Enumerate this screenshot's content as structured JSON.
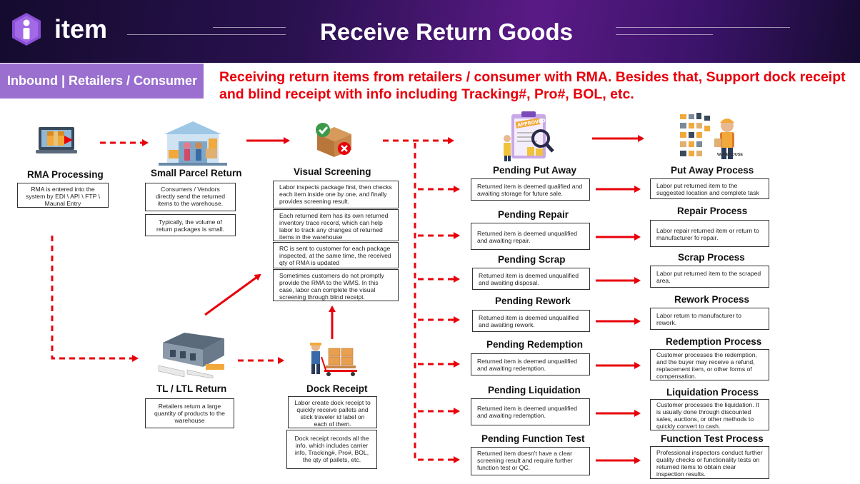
{
  "header": {
    "logo_text": "item",
    "title": "Receive Return Goods"
  },
  "tag": "Inbound | Retailers / Consumer",
  "subtitle": "Receiving return items from retailers / consumer with RMA. Besides that, Support dock receipt and blind receipt with info including Tracking#, Pro#, BOL, etc.",
  "colors": {
    "accent_red": "#e8000b",
    "tag_purple": "#9a6fcf"
  },
  "rma": {
    "label": "RMA Processing",
    "desc": "RMA is entered into the system by EDI \\ API \\ FTP \\ Maunal Entry"
  },
  "small_parcel": {
    "label": "Small Parcel Return",
    "desc1": "Consumers / Vendors directly  send the returned items to the warehouse.",
    "desc2": "Typically, the volume of return packages is small."
  },
  "tl_ltl": {
    "label": "TL / LTL Return",
    "desc": "Retailers return a large quantity of products to the warehouse"
  },
  "dock": {
    "label": "Dock Receipt",
    "desc1": "Labor create dock receipt to quickly receive pallets and stick traveler id label on each of them.",
    "desc2": "Dock receipt records all the info, which includes carrier info, Tracking#, Pro#, BOL, the qty of pallets, etc."
  },
  "visual": {
    "label": "Visual Screening",
    "desc1": "Labor inspects package first, then checks each item inside one by one, and finally provides screening result.",
    "desc2": "Each returned item has its own returned inventory trace record, which can help labor to track any changes of returned items in the warehouse",
    "desc3": "RC is sent to customer for each package inspected, at the same time, the received qty of RMA is updated",
    "desc4": "Sometimes customers do not promptly provide the RMA to the WMS. In this case, labor can complete the visual screening through blind receipt."
  },
  "pending": [
    {
      "label": "Pending Put Away",
      "desc": "Returned item is deemed qualified and awaiting storage for future sale."
    },
    {
      "label": "Pending Repair",
      "desc": "Returned item is deemed unqualified and awaiting repair."
    },
    {
      "label": "Pending Scrap",
      "desc": "Returned item is deemed unqualified and awaiting disposal."
    },
    {
      "label": "Pending Rework",
      "desc": "Returned item is deemed unqualified and awaiting rework."
    },
    {
      "label": "Pending Redemption",
      "desc": "Returned item is deemed unqualified and awaiting redemption."
    },
    {
      "label": "Pending Liquidation",
      "desc": "Returned item is deemed unqualified and awaiting redemption."
    },
    {
      "label": "Pending Function Test",
      "desc": "Returned item doesn't have a clear screening result and require further function test or QC."
    }
  ],
  "process": [
    {
      "label": "Put Away Process",
      "desc": "Labor put returned item to the suggested location and complete task"
    },
    {
      "label": "Repair Process",
      "desc": "Labor repair returned item or return to manufacturer fo repair."
    },
    {
      "label": "Scrap Process",
      "desc": "Labor put returned item to the scraped area."
    },
    {
      "label": "Rework Process",
      "desc": "Labor return to manufacturer to rework."
    },
    {
      "label": "Redemption Process",
      "desc": "Customer processes the redemption, and the buyer may receive a refund, replacement item, or other forms of compensation."
    },
    {
      "label": "Liquidation Process",
      "desc": "Customer processes the liquidation. It is usually done through discounted sales, auctions, or other methods to quickly convert to cash."
    },
    {
      "label": "Function Test Process",
      "desc": "Professional inspectors conduct further quality checks or functionality tests on returned items to obtain clear inspection results."
    }
  ],
  "icons": {
    "logo": "item-logo-icon",
    "rma": "laptop-box-icon",
    "small_parcel": "parcel-warehouse-icon",
    "visual": "package-check-icon",
    "tl_ltl": "truck-warehouse-icon",
    "dock": "pallet-jack-icon",
    "pending_put_away": "approved-clipboard-icon",
    "put_away": "warehouse-worker-icon",
    "warehouse_caption": "WAREHOUSE"
  }
}
